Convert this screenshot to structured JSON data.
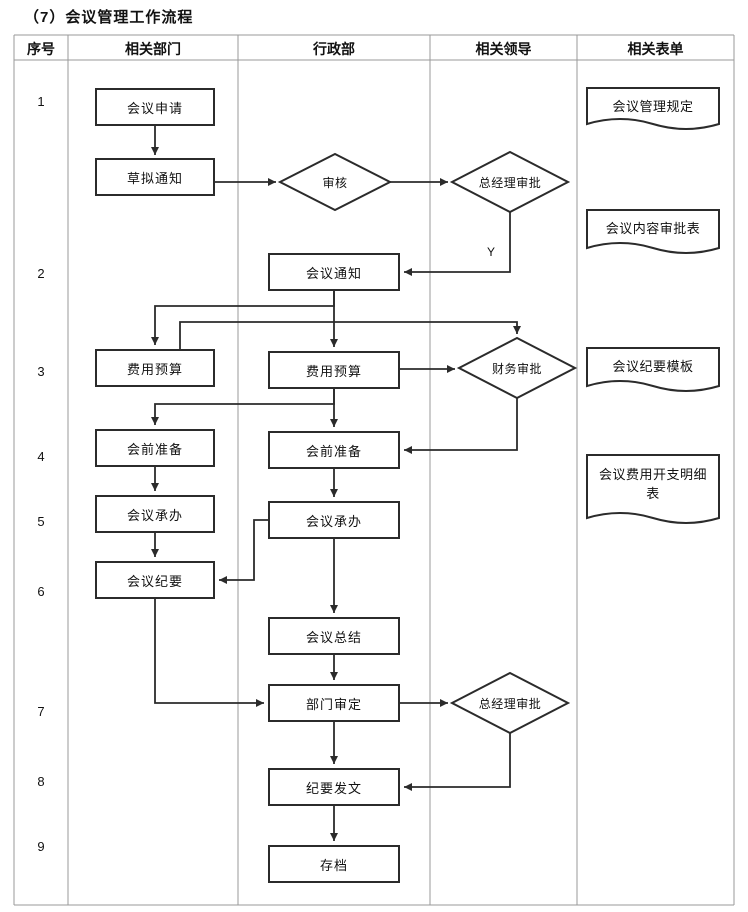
{
  "title": "（7）会议管理工作流程",
  "columns": [
    "序号",
    "相关部门",
    "行政部",
    "相关领导",
    "相关表单"
  ],
  "row_numbers": [
    "1",
    "2",
    "3",
    "4",
    "5",
    "6",
    "7",
    "8",
    "9"
  ],
  "nodes": {
    "meeting_application": "会议申请",
    "draft_notice": "草拟通知",
    "review": "审核",
    "gm_approval_1": "总经理审批",
    "meeting_notice": "会议通知",
    "budget_dept": "费用预算",
    "budget_admin": "费用预算",
    "finance_approval": "财务审批",
    "prep_dept": "会前准备",
    "prep_admin": "会前准备",
    "undertake_dept": "会议承办",
    "undertake_admin": "会议承办",
    "minutes": "会议纪要",
    "summary": "会议总结",
    "dept_review": "部门审定",
    "gm_approval_2": "总经理审批",
    "issue_minutes": "纪要发文",
    "archive": "存档"
  },
  "documents": [
    "会议管理规定",
    "会议内容审批表",
    "会议纪要模板",
    "会议费用开支明细表"
  ],
  "labels": {
    "yes": "Y"
  },
  "edges": [
    {
      "from": "meeting_application",
      "to": "draft_notice"
    },
    {
      "from": "draft_notice",
      "to": "review"
    },
    {
      "from": "review",
      "to": "gm_approval_1"
    },
    {
      "from": "gm_approval_1",
      "to": "meeting_notice",
      "label": "Y"
    },
    {
      "from": "meeting_notice",
      "to": "budget_dept"
    },
    {
      "from": "meeting_notice",
      "to": "budget_admin"
    },
    {
      "from": "budget_dept",
      "to": "finance_approval"
    },
    {
      "from": "budget_admin",
      "to": "finance_approval"
    },
    {
      "from": "finance_approval",
      "to": "prep_admin"
    },
    {
      "from": "budget_admin",
      "to": "prep_dept"
    },
    {
      "from": "budget_admin",
      "to": "prep_admin"
    },
    {
      "from": "prep_dept",
      "to": "undertake_dept"
    },
    {
      "from": "prep_admin",
      "to": "undertake_admin"
    },
    {
      "from": "undertake_dept",
      "to": "minutes"
    },
    {
      "from": "undertake_admin",
      "to": "minutes"
    },
    {
      "from": "undertake_admin",
      "to": "summary"
    },
    {
      "from": "minutes",
      "to": "dept_review"
    },
    {
      "from": "summary",
      "to": "dept_review"
    },
    {
      "from": "dept_review",
      "to": "gm_approval_2"
    },
    {
      "from": "gm_approval_2",
      "to": "issue_minutes"
    },
    {
      "from": "dept_review",
      "to": "issue_minutes"
    },
    {
      "from": "issue_minutes",
      "to": "archive"
    }
  ],
  "colors": {
    "line": "#2b2b2b",
    "grid": "#9a9a9a",
    "text": "#111111",
    "background": "#ffffff"
  }
}
